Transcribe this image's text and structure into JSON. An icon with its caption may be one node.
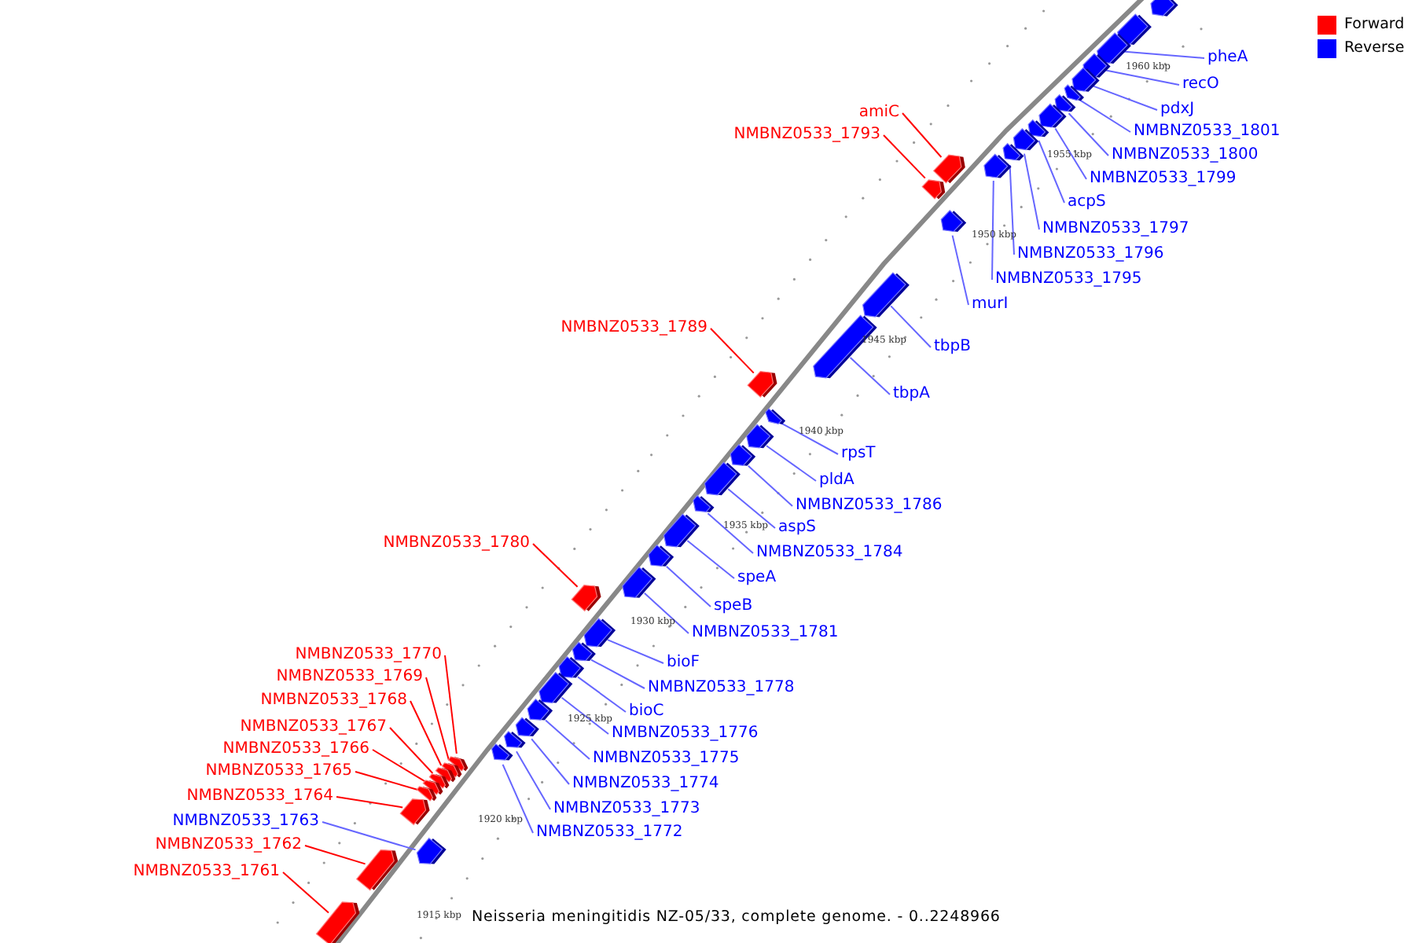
{
  "diagram": {
    "caption": "Neisseria meningitidis NZ-05/33, complete genome. - 0..2248966",
    "nodes": [
      {
        "text": [],
        "shape": "box"
      },
      {
        "text": [],
        "shape": "box"
      },
      {
        "text": [
          "pheA"
        ]
      },
      {
        "text": [],
        "shape": "box"
      },
      {
        "text": [
          "recO"
        ]
      },
      {
        "text": [],
        "shape": "box"
      },
      {
        "text": [
          "pdxJ"
        ]
      },
      {
        "text": [],
        "shape": "box"
      },
      {
        "text": [
          "amiC"
        ]
      },
      {
        "text": [],
        "shape": "box"
      },
      {
        "text": [
          "NMBNZ0533_1801"
        ]
      },
      {
        "text": [],
        "shape": "box"
      },
      {
        "text": [
          "NMBNZ0533_1793"
        ]
      },
      {
        "text": [],
        "shape": "box"
      },
      {
        "text": [
          "NMBNZ0533_1800"
        ]
      },
      {
        "text": [],
        "shape": "box"
      },
      {
        "text": [
          "NMBNZ0533_1799"
        ]
      },
      {
        "text": [],
        "shape": "box"
      },
      {
        "text": [
          "acpS"
        ]
      },
      {
        "text": [],
        "shape": "box"
      },
      {
        "text": [
          "NMBNZ0533_1797"
        ]
      },
      {
        "text": [],
        "shape": "box"
      },
      {
        "text": [
          "NMBNZ0533_1796"
        ]
      },
      {
        "text": [],
        "shape": "box"
      },
      {
        "text": [
          "NMBNZ0533_1795"
        ]
      },
      {
        "text": [],
        "shape": "box"
      },
      {
        "text": [
          "murI"
        ]
      },
      {
        "text": [],
        "shape": "box"
      },
      {
        "text": [
          "NMBNZ0533_1789"
        ]
      },
      {
        "text": [],
        "shape": "box"
      },
      {
        "text": [
          "tbpB"
        ]
      },
      {
        "text": [],
        "shape": "box"
      },
      {
        "text": [
          "tbpA"
        ]
      },
      {
        "text": [],
        "shape": "box"
      },
      {
        "text": [
          "rpsT"
        ]
      },
      {
        "text": [],
        "shape": "box"
      },
      {
        "text": [
          "pldA"
        ]
      },
      {
        "text": [],
        "shape": "box"
      },
      {
        "text": [
          "NMBNZ0533_1786"
        ]
      },
      {
        "text": [],
        "shape": "box"
      },
      {
        "text": [
          "aspS"
        ]
      },
      {
        "text": [],
        "shape": "box"
      },
      {
        "text": [
          "NMBNZ0533_1780"
        ]
      },
      {
        "text": [],
        "shape": "box"
      },
      {
        "text": [
          "NMBNZ0533_1784"
        ]
      },
      {
        "text": [],
        "shape": "box"
      },
      {
        "text": [
          "speA"
        ]
      },
      {
        "text": [],
        "shape": "box"
      },
      {
        "text": [
          "speB"
        ]
      },
      {
        "text": [],
        "shape": "box"
      },
      {
        "text": [
          "NMBNZ0533_1781"
        ]
      },
      {
        "text": [],
        "shape": "box"
      },
      {
        "text": [
          "NMBNZ0533_1770"
        ]
      },
      {
        "text": [],
        "shape": "box"
      },
      {
        "text": [
          "bioF"
        ]
      },
      {
        "text": [],
        "shape": "box"
      },
      {
        "text": [
          "NMBNZ0533_1769"
        ]
      },
      {
        "text": [],
        "shape": "box"
      },
      {
        "text": [
          "NMBNZ0533_1778"
        ]
      },
      {
        "text": [],
        "shape": "box"
      },
      {
        "text": [
          "NMBNZ0533_1768"
        ]
      },
      {
        "text": [],
        "shape": "box"
      },
      {
        "text": [
          "bioC"
        ]
      },
      {
        "text": [],
        "shape": "box"
      },
      {
        "text": [
          "NMBNZ0533_1767"
        ]
      },
      {
        "text": [],
        "shape": "box"
      },
      {
        "text": [
          "NMBNZ0533_1776"
        ]
      },
      {
        "text": [],
        "shape": "box"
      },
      {
        "text": [
          "NMBNZ0533_1766"
        ]
      },
      {
        "text": [],
        "shape": "box"
      },
      {
        "text": [
          "NMBNZ0533_1775"
        ]
      },
      {
        "text": [],
        "shape": "box"
      },
      {
        "text": [
          "NMBNZ0533_1765"
        ]
      },
      {
        "text": [],
        "shape": "box"
      },
      {
        "text": [
          "NMBNZ0533_1774"
        ]
      },
      {
        "text": [],
        "shape": "box"
      },
      {
        "text": [
          "NMBNZ0533_1764"
        ]
      },
      {
        "text": [],
        "shape": "box"
      },
      {
        "text": [
          "NMBNZ0533_1773"
        ]
      },
      {
        "text": [],
        "shape": "box"
      },
      {
        "text": [
          "NMBNZ0533_1763"
        ]
      },
      {
        "text": [],
        "shape": "box"
      },
      {
        "text": [
          "NMBNZ0533_1772"
        ]
      },
      {
        "text": [],
        "shape": "box"
      },
      {
        "text": [
          "NMBNZ0533_1762"
        ]
      },
      {
        "text": [],
        "shape": "box"
      },
      {
        "text": [
          "NMBNZ0533_1761"
        ]
      },
      {
        "text": [],
        "shape": "box"
      }
    ],
    "edges": [
      {
        "from": 2,
        "to": 3,
        "arrow": "none"
      },
      {
        "from": 4,
        "to": 5,
        "arrow": "none"
      },
      {
        "from": 6,
        "to": 7,
        "arrow": "none"
      },
      {
        "from": 8,
        "to": 9,
        "arrow": "none",
        "color": "#ff0000"
      },
      {
        "from": 10,
        "to": 11,
        "arrow": "none"
      },
      {
        "from": 12,
        "to": 13,
        "arrow": "none",
        "color": "#ff0000"
      },
      {
        "from": 14,
        "to": 15,
        "arrow": "none"
      },
      {
        "from": 16,
        "to": 17,
        "arrow": "none"
      },
      {
        "from": 18,
        "to": 19,
        "arrow": "none"
      },
      {
        "from": 20,
        "to": 21,
        "arrow": "none"
      },
      {
        "from": 22,
        "to": 23,
        "arrow": "none"
      },
      {
        "from": 24,
        "to": 25,
        "arrow": "none"
      },
      {
        "from": 26,
        "to": 27,
        "arrow": "none"
      },
      {
        "from": 28,
        "to": 29,
        "arrow": "none",
        "color": "#ff0000"
      },
      {
        "from": 30,
        "to": 31,
        "arrow": "none"
      },
      {
        "from": 32,
        "to": 33,
        "arrow": "none"
      },
      {
        "from": 34,
        "to": 35,
        "arrow": "none"
      },
      {
        "from": 36,
        "to": 37,
        "arrow": "none"
      },
      {
        "from": 38,
        "to": 39,
        "arrow": "none"
      },
      {
        "from": 40,
        "to": 41,
        "arrow": "none"
      },
      {
        "from": 42,
        "to": 43,
        "arrow": "none",
        "color": "#ff0000"
      },
      {
        "from": 44,
        "to": 45,
        "arrow": "none"
      },
      {
        "from": 46,
        "to": 47,
        "arrow": "none"
      },
      {
        "from": 48,
        "to": 49,
        "arrow": "none"
      },
      {
        "from": 50,
        "to": 51,
        "arrow": "none"
      },
      {
        "from": 52,
        "to": 53,
        "arrow": "none",
        "color": "#ff0000"
      },
      {
        "from": 54,
        "to": 55,
        "arrow": "none"
      },
      {
        "from": 56,
        "to": 57,
        "arrow": "none",
        "color": "#ff0000"
      },
      {
        "from": 58,
        "to": 59,
        "arrow": "none"
      },
      {
        "from": 60,
        "to": 61,
        "arrow": "none",
        "color": "#ff0000"
      },
      {
        "from": 62,
        "to": 63,
        "arrow": "none"
      },
      {
        "from": 64,
        "to": 65,
        "arrow": "none",
        "color": "#ff0000"
      },
      {
        "from": 66,
        "to": 67,
        "arrow": "none"
      },
      {
        "from": 68,
        "to": 69,
        "arrow": "none",
        "color": "#ff0000"
      },
      {
        "from": 70,
        "to": 71,
        "arrow": "none"
      },
      {
        "from": 72,
        "to": 73,
        "arrow": "none",
        "color": "#ff0000"
      },
      {
        "from": 74,
        "to": 75,
        "arrow": "none"
      },
      {
        "from": 76,
        "to": 77,
        "arrow": "none",
        "color": "#ff0000"
      },
      {
        "from": 78,
        "to": 79,
        "arrow": "none"
      },
      {
        "from": 80,
        "to": 81,
        "arrow": "none"
      },
      {
        "from": 82,
        "to": 83,
        "arrow": "none"
      },
      {
        "from": 84,
        "to": 85,
        "arrow": "none",
        "color": "#ff0000"
      },
      {
        "from": 86,
        "to": 87,
        "arrow": "none",
        "color": "#ff0000"
      }
    ],
    "labels": [
      "1960 kbp",
      "1955 kbp",
      "1950 kbp",
      "1945 kbp",
      "1940 kbp",
      "1935 kbp",
      "1930 kbp",
      "1925 kbp",
      "1920 kbp",
      "1915 kbp"
    ],
    "legend": [
      {
        "text": "Forward",
        "color": "#ff0000"
      },
      {
        "text": "Reverse",
        "color": "#0000ff"
      }
    ]
  }
}
